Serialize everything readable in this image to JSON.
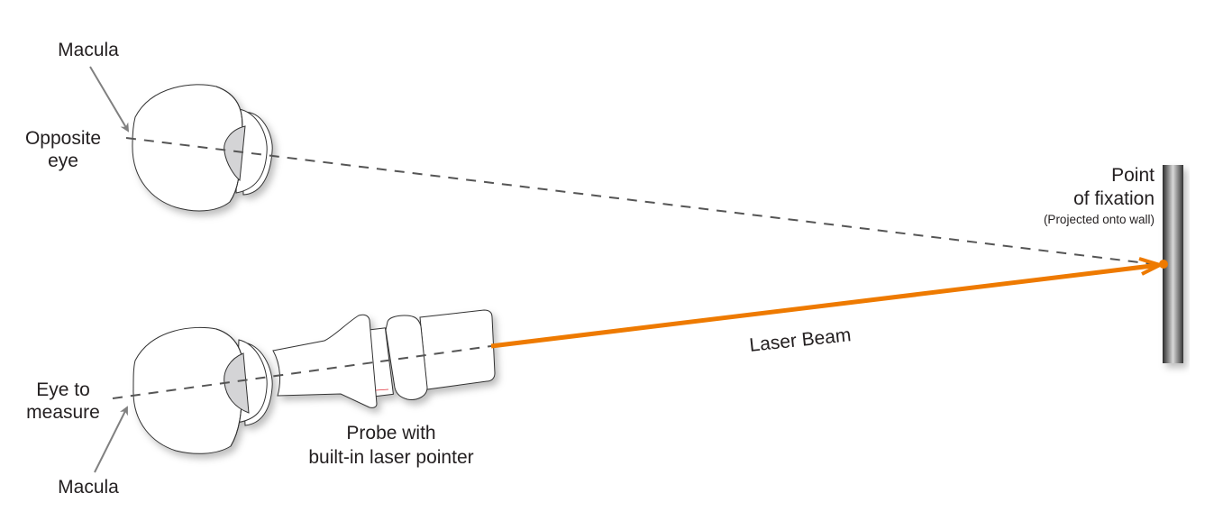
{
  "labels": {
    "macula_top": "Macula",
    "opposite_eye_1": "Opposite",
    "opposite_eye_2": "eye",
    "eye_measure_1": "Eye to",
    "eye_measure_2": "measure",
    "macula_bottom": "Macula",
    "probe_1": "Probe with",
    "probe_2": "built-in laser pointer",
    "laser": "Laser Beam",
    "point_1": "Point",
    "point_2": "of fixation",
    "point_3": "(Projected onto wall)"
  },
  "colors": {
    "laser": "#ee7a00",
    "dash": "#555555",
    "arrow": "#808080",
    "lens": "#d4d4d6"
  }
}
